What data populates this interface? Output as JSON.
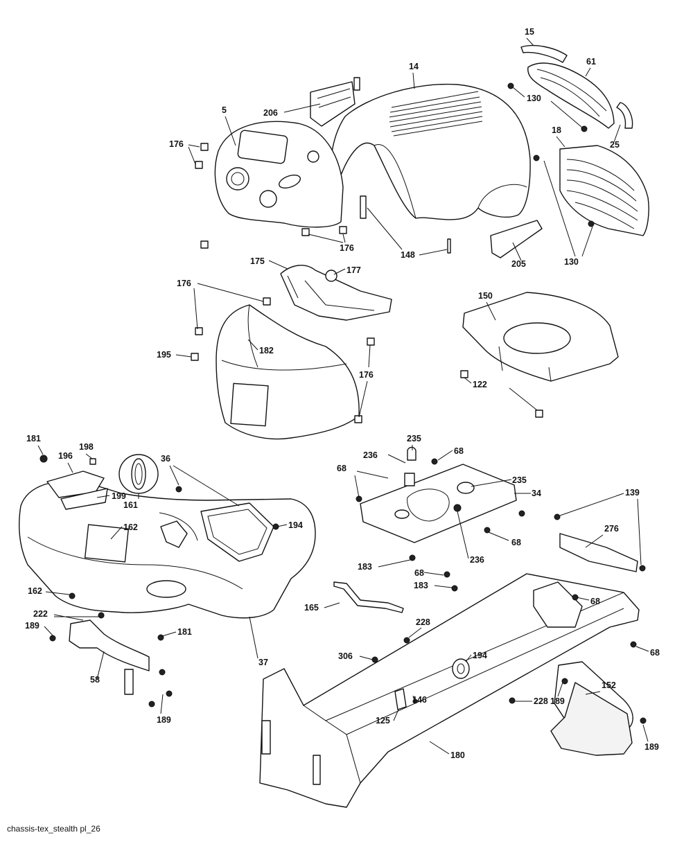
{
  "diagram": {
    "caption": "chassis-tex_stealth pl_26",
    "callouts": [
      {
        "id": "c15",
        "label": "15"
      },
      {
        "id": "c14",
        "label": "14"
      },
      {
        "id": "c61",
        "label": "61"
      },
      {
        "id": "c206",
        "label": "206"
      },
      {
        "id": "c130a",
        "label": "130"
      },
      {
        "id": "c5",
        "label": "5"
      },
      {
        "id": "c176a",
        "label": "176"
      },
      {
        "id": "c25",
        "label": "25"
      },
      {
        "id": "c18",
        "label": "18"
      },
      {
        "id": "c176b",
        "label": "176"
      },
      {
        "id": "c148",
        "label": "148"
      },
      {
        "id": "c205",
        "label": "205"
      },
      {
        "id": "c130b",
        "label": "130"
      },
      {
        "id": "c175",
        "label": "175"
      },
      {
        "id": "c177",
        "label": "177"
      },
      {
        "id": "c176c",
        "label": "176"
      },
      {
        "id": "c150",
        "label": "150"
      },
      {
        "id": "c195",
        "label": "195"
      },
      {
        "id": "c182",
        "label": "182"
      },
      {
        "id": "c176d",
        "label": "176"
      },
      {
        "id": "c122",
        "label": "122"
      },
      {
        "id": "c181a",
        "label": "181"
      },
      {
        "id": "c198",
        "label": "198"
      },
      {
        "id": "c196",
        "label": "196"
      },
      {
        "id": "c36",
        "label": "36"
      },
      {
        "id": "c235a",
        "label": "235"
      },
      {
        "id": "c236a",
        "label": "236"
      },
      {
        "id": "c68a",
        "label": "68"
      },
      {
        "id": "c68b",
        "label": "68"
      },
      {
        "id": "c235b",
        "label": "235"
      },
      {
        "id": "c161",
        "label": "161"
      },
      {
        "id": "c199",
        "label": "199"
      },
      {
        "id": "c34",
        "label": "34"
      },
      {
        "id": "c139",
        "label": "139"
      },
      {
        "id": "c194a",
        "label": "194"
      },
      {
        "id": "c162a",
        "label": "162"
      },
      {
        "id": "c276",
        "label": "276"
      },
      {
        "id": "c68c",
        "label": "68"
      },
      {
        "id": "c183a",
        "label": "183"
      },
      {
        "id": "c68d",
        "label": "68"
      },
      {
        "id": "c236b",
        "label": "236"
      },
      {
        "id": "c183b",
        "label": "183"
      },
      {
        "id": "c162b",
        "label": "162"
      },
      {
        "id": "c68e",
        "label": "68"
      },
      {
        "id": "c165",
        "label": "165"
      },
      {
        "id": "c222",
        "label": "222"
      },
      {
        "id": "c189a",
        "label": "189"
      },
      {
        "id": "c181b",
        "label": "181"
      },
      {
        "id": "c228a",
        "label": "228"
      },
      {
        "id": "c68f",
        "label": "68"
      },
      {
        "id": "c37",
        "label": "37"
      },
      {
        "id": "c306",
        "label": "306"
      },
      {
        "id": "c194b",
        "label": "194"
      },
      {
        "id": "c152",
        "label": "152"
      },
      {
        "id": "c58",
        "label": "58"
      },
      {
        "id": "c228b",
        "label": "228"
      },
      {
        "id": "c146",
        "label": "146"
      },
      {
        "id": "c189b",
        "label": "189"
      },
      {
        "id": "c125",
        "label": "125"
      },
      {
        "id": "c189c",
        "label": "189"
      },
      {
        "id": "c189d",
        "label": "189"
      },
      {
        "id": "c180",
        "label": "180"
      }
    ]
  }
}
